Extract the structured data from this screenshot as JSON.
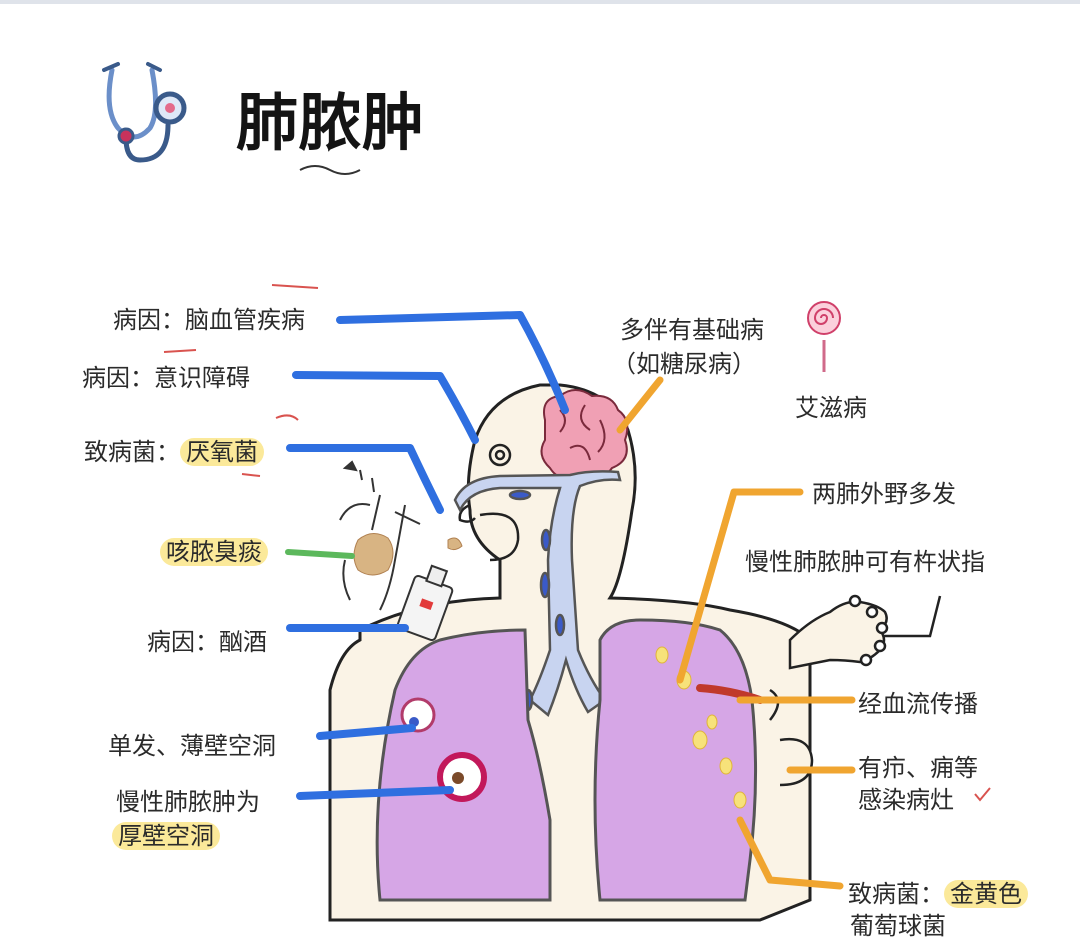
{
  "title": "肺脓肿",
  "labels": {
    "cause_cerebrovascular": "病因：脑血管疾病",
    "cause_consciousness": "病因：意识障碍",
    "pathogen_anaerobe_prefix": "致病菌：",
    "pathogen_anaerobe": "厌氧菌",
    "cough_sputum": "咳脓臭痰",
    "cause_alcohol": "病因：酗酒",
    "single_thin_cavity": "单发、薄壁空洞",
    "chronic_line1": "慢性肺脓肿为",
    "chronic_line2": "厚壁空洞",
    "underlying_disease_line1": "多伴有基础病",
    "underlying_disease_line2": "（如糖尿病）",
    "aids": "艾滋病",
    "bilateral_peripheral": "两肺外野多发",
    "clubbing": "慢性肺脓肿可有杵状指",
    "hematogenous": "经血流传播",
    "infection_focus_line1": "有疖、痈等",
    "infection_focus_line2": "感染病灶",
    "staph_prefix": "致病菌：",
    "staph_line1": "金黄色",
    "staph_line2": "葡萄球菌"
  },
  "colors": {
    "blue_line": "#2f6fe0",
    "orange_line": "#f0a530",
    "green_line": "#5cb85c",
    "lung": "#d6a6e6",
    "body": "#faf3e6",
    "brain": "#f0a0b4",
    "highlight": "#fbe99a"
  }
}
